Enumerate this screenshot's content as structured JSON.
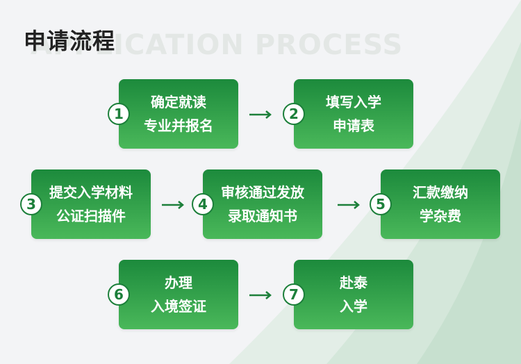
{
  "header": {
    "title": "申请流程",
    "watermark": "APPLICATION PROCESS"
  },
  "steps": [
    {
      "number": "1",
      "line1": "确定就读",
      "line2": "专业并报名"
    },
    {
      "number": "2",
      "line1": "填写入学",
      "line2": "申请表"
    },
    {
      "number": "3",
      "line1": "提交入学材料",
      "line2": "公证扫描件"
    },
    {
      "number": "4",
      "line1": "审核通过发放",
      "line2": "录取通知书"
    },
    {
      "number": "5",
      "line1": "汇款缴纳",
      "line2": "学杂费"
    },
    {
      "number": "6",
      "line1": "办理",
      "line2": "入境签证"
    },
    {
      "number": "7",
      "line1": "赴泰",
      "line2": "入学"
    }
  ],
  "colors": {
    "accent": "#1c7f3a",
    "box_top": "#1c8a3c",
    "box_bottom": "#4ab85a",
    "arrow": "#1c7f3a"
  }
}
